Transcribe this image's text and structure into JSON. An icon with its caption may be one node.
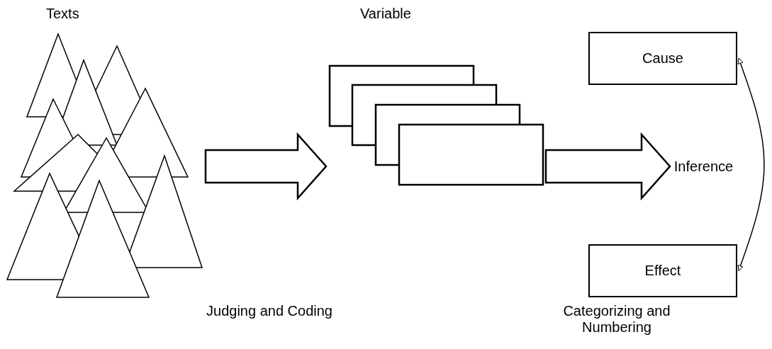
{
  "diagram": {
    "nodes": [
      {
        "text": [
          "Texts"
        ]
      },
      {
        "text": [
          "Variable"
        ]
      },
      {
        "text": [
          "Cause"
        ]
      },
      {
        "text": [
          "Inference"
        ]
      },
      {
        "text": [
          "Effect"
        ]
      }
    ],
    "edges": [
      {
        "from": 0,
        "to": 1,
        "arrow": "to",
        "style": "thick"
      },
      {
        "from": 1,
        "to": 3,
        "arrow": "to",
        "style": "thick"
      },
      {
        "from": 2,
        "to": 4,
        "arrow": "both"
      }
    ],
    "labels": [
      "Judging and Coding",
      "Categorizing and Numbering"
    ]
  }
}
